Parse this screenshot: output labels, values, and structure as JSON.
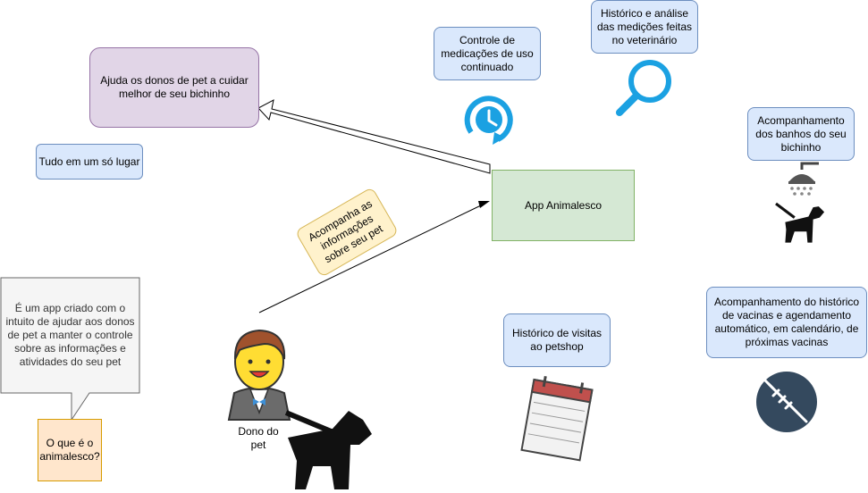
{
  "nodes": {
    "app": "App Animalesco",
    "goal": "Ajuda os donos de pet a cuidar melhor de seu bichinho",
    "all_in_one": "Tudo em um só lugar",
    "medications": "Controle de medicações de uso continuado",
    "vet_history": "Histórico e análise das medições feitas no veterinário",
    "baths": "Acompanhamento dos banhos do seu bichinho",
    "vaccines": "Acompanhamento do histórico de vacinas e agendamento automático, em calendário, de próximas vacinas",
    "petshop": "Histórico de visitas ao petshop",
    "what_is_answer": "É um app criado com o intuito de ajudar aos donos de pet a manter o controle sobre as informações e atividades do seu pet",
    "what_is_question": "O que é o animalesco?",
    "owner_label": "Dono do pet",
    "edge_label": "Acompanha as informações sobre seu pet"
  },
  "colors": {
    "blue_fill": "#dae8fc",
    "blue_stroke": "#6c8ebf",
    "purple_fill": "#e1d5e7",
    "green_fill": "#d5e8d4",
    "orange_fill": "#ffe6cc",
    "note_fill": "#fff2cc",
    "icon_blue": "#1ba1e2",
    "icon_dark": "#34495e"
  },
  "icons": [
    "clock-icon",
    "magnifier-icon",
    "shower-icon",
    "dog-icon",
    "syringe-icon",
    "calendar-icon",
    "person-icon"
  ]
}
